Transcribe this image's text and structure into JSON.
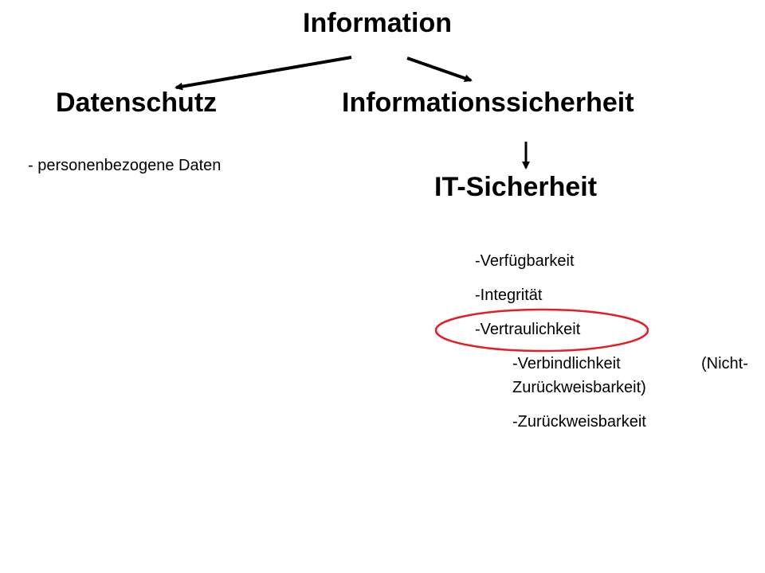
{
  "root": {
    "label": "Information"
  },
  "left": {
    "title": "Datenschutz",
    "items": [
      "- personenbezogene Daten"
    ]
  },
  "right": {
    "title": "Informationssicherheit",
    "sub": {
      "title": "IT-Sicherheit",
      "items": [
        "-Verfügbarkeit",
        "-Integrität",
        "-Vertraulichkeit",
        "-Verbindlichkeit",
        "(Nicht-",
        "Zurückweisbarkeit)",
        "-Zurückweisbarkeit"
      ],
      "highlighted_item": "-Vertraulichkeit"
    }
  },
  "colors": {
    "text": "#000000",
    "arrow": "#000000",
    "highlight": "#e41e26",
    "background": "#ffffff"
  }
}
